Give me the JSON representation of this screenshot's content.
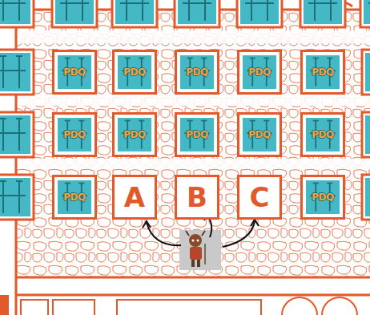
{
  "diagram": {
    "nodes": [
      {
        "text": [
          "PDQ"
        ]
      },
      {
        "text": [
          "PDQ"
        ]
      },
      {
        "text": [
          "PDQ"
        ]
      },
      {
        "text": [
          "PDQ"
        ]
      },
      {
        "text": [
          "PDQ"
        ]
      },
      {
        "text": [
          "PDQ"
        ]
      },
      {
        "text": [
          "PDQ"
        ]
      },
      {
        "text": [
          "PDQ"
        ]
      },
      {
        "text": [
          "PDQ"
        ]
      },
      {
        "text": [
          "PDQ"
        ]
      },
      {
        "text": [
          "PDQ"
        ]
      },
      {
        "text": [
          "A"
        ]
      },
      {
        "text": [
          "B"
        ]
      },
      {
        "text": [
          "C"
        ]
      },
      {
        "text": [
          "PDQ"
        ]
      }
    ]
  }
}
